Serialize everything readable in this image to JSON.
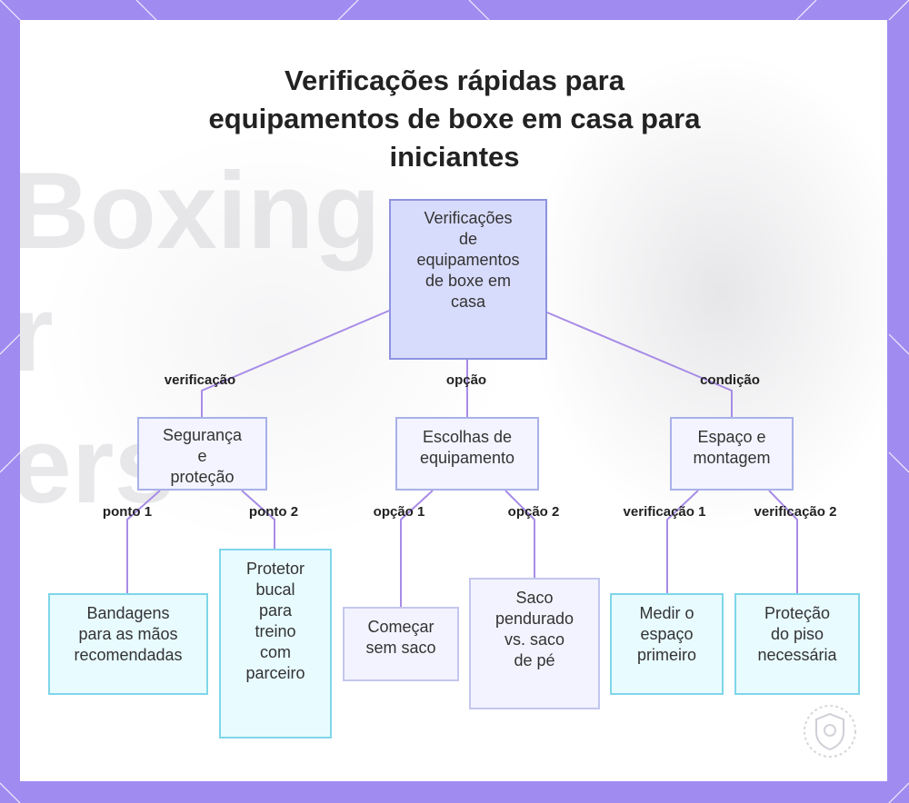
{
  "title_lines": [
    "Verificações rápidas para",
    "equipamentos de boxe em casa para",
    "iniciantes"
  ],
  "colors": {
    "frame": "#a08cf0",
    "root_fill": "#d8dcfc",
    "root_border": "#8d93e0",
    "mid_fill": "#f3f4ff",
    "leaf_cyan_fill": "#e8fbff",
    "leaf_cyan_border": "#7fd6e9",
    "leaf_lavender_fill": "#f3f3ff",
    "connector": "#a78ce6"
  },
  "background_text": [
    "Boxing",
    "r",
    "ers"
  ],
  "diagram": {
    "root": {
      "lines": [
        "Verificações",
        "de",
        "equipamentos",
        "de boxe em",
        "casa"
      ]
    },
    "branches": [
      {
        "edge_label": "verificação",
        "node": {
          "lines": [
            "Segurança",
            "e",
            "proteção"
          ]
        },
        "children": [
          {
            "edge_label": "ponto 1",
            "node": {
              "lines": [
                "Bandagens",
                "para as mãos",
                "recomendadas"
              ]
            }
          },
          {
            "edge_label": "ponto 2",
            "node": {
              "lines": [
                "Protetor",
                "bucal",
                "para",
                "treino",
                "com",
                "parceiro"
              ]
            }
          }
        ]
      },
      {
        "edge_label": "opção",
        "node": {
          "lines": [
            "Escolhas de",
            "equipamento"
          ]
        },
        "children": [
          {
            "edge_label": "opção 1",
            "node": {
              "lines": [
                "Começar",
                "sem saco"
              ]
            }
          },
          {
            "edge_label": "opção 2",
            "node": {
              "lines": [
                "Saco",
                "pendurado",
                "vs. saco",
                "de pé"
              ]
            }
          }
        ]
      },
      {
        "edge_label": "condição",
        "node": {
          "lines": [
            "Espaço e",
            "montagem"
          ]
        },
        "children": [
          {
            "edge_label": "verificação 1",
            "node": {
              "lines": [
                "Medir o",
                "espaço",
                "primeiro"
              ]
            }
          },
          {
            "edge_label": "verificação 2",
            "node": {
              "lines": [
                "Proteção",
                "do piso",
                "necessária"
              ]
            }
          }
        ]
      }
    ]
  }
}
